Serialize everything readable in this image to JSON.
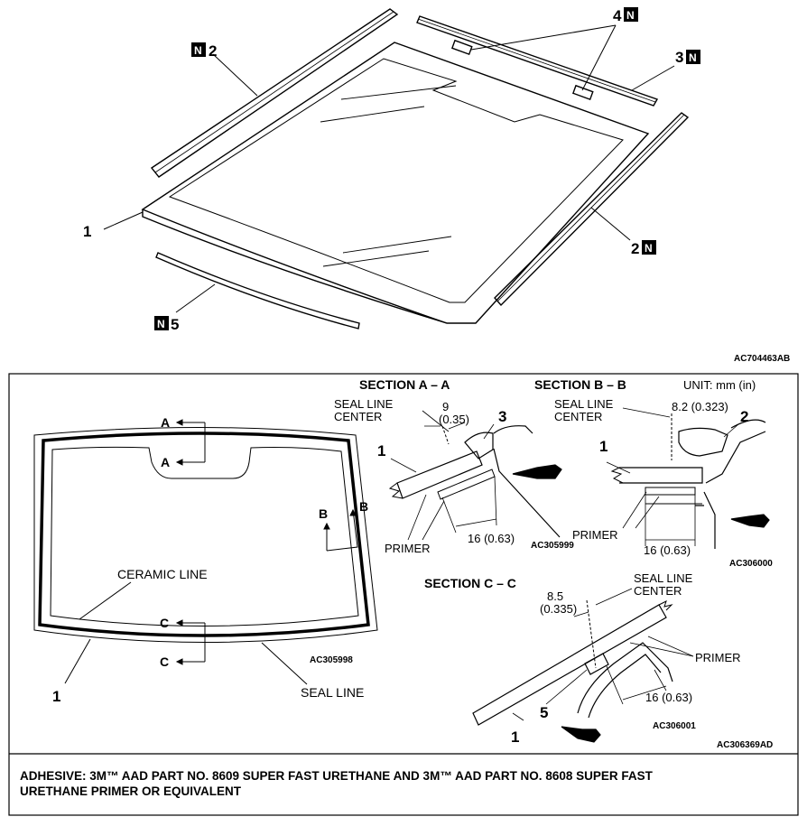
{
  "top_figure": {
    "code": "AC704463AB",
    "labels": {
      "glass": "1",
      "molding_side_left": "2",
      "molding_side_right": "2",
      "molding_top": "3",
      "spacer": "4",
      "dam": "5"
    },
    "badge": "N"
  },
  "bottom_left": {
    "code": "AC305998",
    "section_a": "A",
    "section_b": "B",
    "section_c": "C",
    "ceramic_line": "CERAMIC LINE",
    "seal_line": "SEAL LINE",
    "glass": "1"
  },
  "section_aa": {
    "title": "SECTION A – A",
    "seal_line": "SEAL LINE",
    "center": "CENTER",
    "dim_offset": "9",
    "dim_offset_in": "(0.35)",
    "molding": "3",
    "glass": "1",
    "primer": "PRIMER",
    "dim_width": "16 (0.63)",
    "code": "AC305999"
  },
  "section_bb": {
    "title": "SECTION B – B",
    "unit": "UNIT: mm (in)",
    "seal_line": "SEAL LINE",
    "center": "CENTER",
    "dim_offset": "8.2 (0.323)",
    "molding": "2",
    "glass": "1",
    "primer": "PRIMER",
    "dim_width": "16 (0.63)",
    "code": "AC306000"
  },
  "section_cc": {
    "title": "SECTION C – C",
    "seal_line": "SEAL LINE",
    "center": "CENTER",
    "dim_offset": "8.5",
    "dim_offset_in": "(0.335)",
    "primer": "PRIMER",
    "dim_width": "16 (0.63)",
    "dam": "5",
    "glass": "1",
    "code": "AC306001"
  },
  "bottom_code": "AC306369AD",
  "footer": {
    "line1": "ADHESIVE: 3M™ AAD PART NO. 8609 SUPER FAST URETHANE AND 3M™ AAD PART NO. 8608 SUPER FAST",
    "line2": "URETHANE PRIMER OR EQUIVALENT"
  }
}
